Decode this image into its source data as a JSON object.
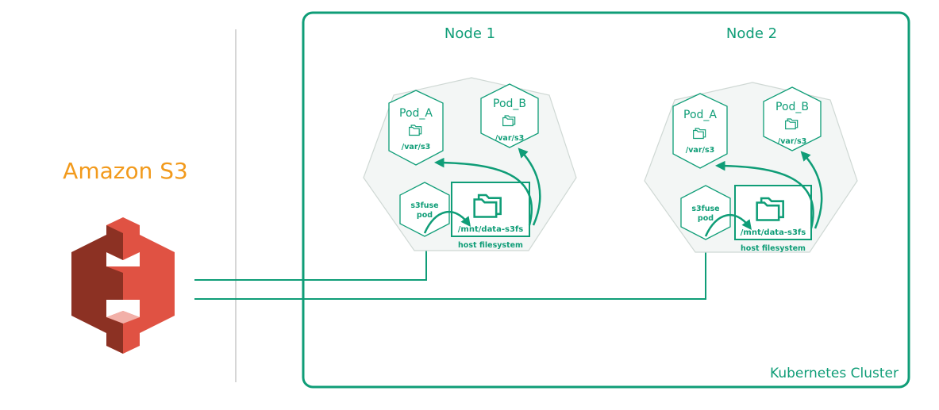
{
  "colors": {
    "green": "#0f9d77",
    "orange": "#f29a1c",
    "divider": "#d6d6d6",
    "heptagon_fill": "#f3f6f5",
    "s3_red": "#e05243",
    "s3_dark": "#8c3123"
  },
  "s3": {
    "label": "Amazon S3",
    "icon": "amazon-s3-bucket-icon"
  },
  "cluster": {
    "label": "Kubernetes Cluster"
  },
  "nodes": [
    {
      "title": "Node 1",
      "pod_a": {
        "label": "Pod_A",
        "path": "/var/s3",
        "icon": "folder-icon"
      },
      "pod_b": {
        "label": "Pod_B",
        "path": "/var/s3",
        "icon": "folder-icon"
      },
      "s3fuse": {
        "line1": "s3fuse",
        "line2": "pod"
      },
      "mount": {
        "path": "/mnt/data-s3fs",
        "icon": "folder-icon"
      },
      "host_fs_label": "host filesystem"
    },
    {
      "title": "Node 2",
      "pod_a": {
        "label": "Pod_A",
        "path": "/var/s3",
        "icon": "folder-icon"
      },
      "pod_b": {
        "label": "Pod_B",
        "path": "/var/s3",
        "icon": "folder-icon"
      },
      "s3fuse": {
        "line1": "s3fuse",
        "line2": "pod"
      },
      "mount": {
        "path": "/mnt/data-s3fs",
        "icon": "folder-icon"
      },
      "host_fs_label": "host filesystem"
    }
  ]
}
